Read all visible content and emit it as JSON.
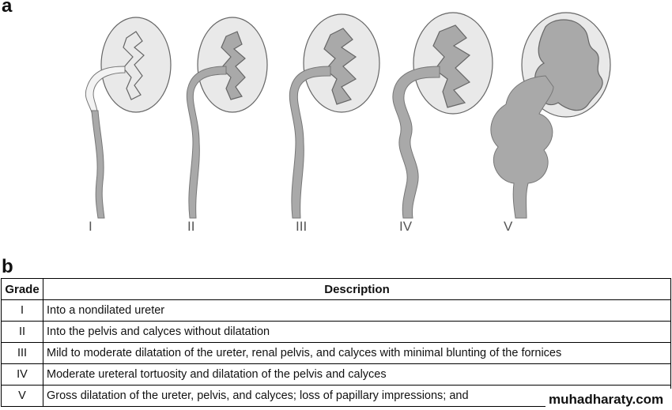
{
  "panel_a_label": "a",
  "panel_b_label": "b",
  "grades": [
    {
      "numeral": "I"
    },
    {
      "numeral": "II"
    },
    {
      "numeral": "III"
    },
    {
      "numeral": "IV"
    },
    {
      "numeral": "V"
    }
  ],
  "table": {
    "headers": [
      "Grade",
      "Description"
    ],
    "rows": [
      {
        "grade": "I",
        "description": "Into a nondilated ureter"
      },
      {
        "grade": "II",
        "description": "Into the pelvis and calyces without dilatation"
      },
      {
        "grade": "III",
        "description": "Mild to moderate dilatation of the ureter, renal pelvis, and calyces with minimal blunting of the fornices"
      },
      {
        "grade": "IV",
        "description": "Moderate ureteral tortuosity and dilatation of the pelvis and calyces"
      },
      {
        "grade": "V",
        "description": "Gross dilatation of the ureter, pelvis, and calyces; loss of papillary impressions; and"
      }
    ]
  },
  "watermark": "muhadharaty.com",
  "colors": {
    "kidney_fill": "#e9e9e9",
    "reflux_fill": "#a9a9a9",
    "outline": "#555555"
  }
}
